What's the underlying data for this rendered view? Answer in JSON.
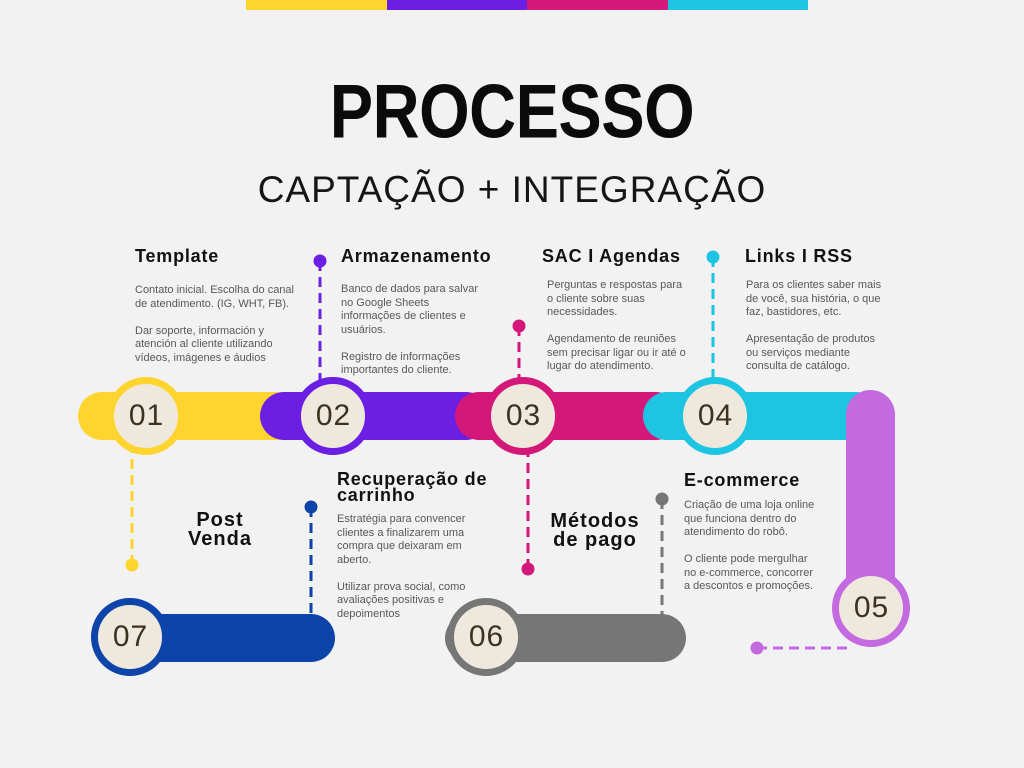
{
  "title": "PROCESSO",
  "subtitle": "CAPTAÇÃO + INTEGRAÇÃO",
  "palette": {
    "background": "#f2f2f2",
    "circle_fill": "#efe9dd"
  },
  "stages": [
    {
      "number": "01",
      "color": "#fed42f"
    },
    {
      "number": "02",
      "color": "#6a1fe3"
    },
    {
      "number": "03",
      "color": "#d4187a"
    },
    {
      "number": "04",
      "color": "#1ec5e3"
    },
    {
      "number": "05",
      "color": "#c46ae0"
    },
    {
      "number": "06",
      "color": "#767676"
    },
    {
      "number": "07",
      "color": "#0c44aa"
    }
  ],
  "notes": [
    {
      "heading": "Template",
      "paragraphs": [
        "Contato inicial. Escolha do canal\nde atendimento. (IG, WHT, FB).",
        "Dar soporte, información y\natención al cliente utilizando\nvídeos, imágenes e áudios"
      ]
    },
    {
      "heading": "Armazenamento",
      "paragraphs": [
        "Banco de dados para salvar\nno Google Sheets\ninformações de clientes e\nusuários.",
        "Registro de informações\nimportantes do cliente."
      ]
    },
    {
      "heading": "SAC I Agendas",
      "paragraphs": [
        "Perguntas e respostas para\no cliente sobre suas\nnecessidades.",
        "Agendamento de reuniões\nsem precisar ligar ou ir até o\nlugar do atendimento."
      ]
    },
    {
      "heading": "Links I RSS",
      "paragraphs": [
        "Para os clientes saber mais\nde você, sua história, o que\nfaz, bastidores, etc.",
        "Apresentação de produtos\nou serviços mediante\nconsulta de catálogo."
      ]
    },
    {
      "heading": "E-commerce",
      "paragraphs": [
        "Criação de uma loja online\nque funciona dentro do\natendimento do robô.",
        "O cliente pode mergulhar\nno e-commerce, concorrer\na descontos e promoções."
      ]
    },
    {
      "heading": "Métodos\nde pago"
    },
    {
      "heading": "Recuperação de\ncarrinho",
      "paragraphs": [
        "Estratégia para convencer\nclientes a finalizarem uma\ncompra que deixaram em\naberto.",
        "Utilizar prova social, como\navaliações positivas e\ndepoimentos"
      ]
    },
    {
      "heading": "Post\nVenda"
    }
  ]
}
